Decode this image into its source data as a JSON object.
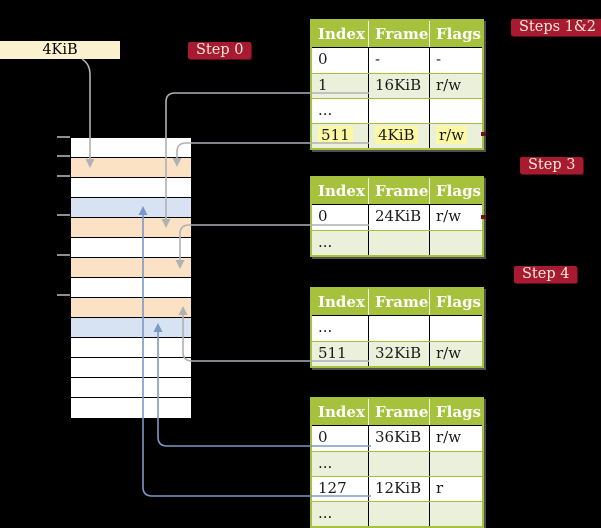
{
  "free_frame": {
    "label": "4KiB"
  },
  "badges": {
    "step0": {
      "label": "Step 0"
    },
    "steps12": {
      "label": "Steps 1&2"
    },
    "step3": {
      "label": "Step 3"
    },
    "step4": {
      "label": "Step 4"
    }
  },
  "page_tables": [
    {
      "name": "table-steps-1-2",
      "columns": [
        "Index",
        "Frame",
        "Flags"
      ],
      "rows": [
        {
          "index": "0",
          "frame": "-",
          "flags": "-",
          "highlight": false
        },
        {
          "index": "1",
          "frame": "16KiB",
          "flags": "r/w",
          "highlight": false
        },
        {
          "index": "...",
          "frame": "",
          "flags": "",
          "highlight": false
        },
        {
          "index": "511",
          "frame": "4KiB",
          "flags": "r/w",
          "highlight": true
        }
      ]
    },
    {
      "name": "table-step-3",
      "columns": [
        "Index",
        "Frame",
        "Flags"
      ],
      "rows": [
        {
          "index": "0",
          "frame": "24KiB",
          "flags": "r/w",
          "highlight": false
        },
        {
          "index": "...",
          "frame": "",
          "flags": "",
          "highlight": false
        }
      ]
    },
    {
      "name": "table-step-4-upper",
      "columns": [
        "Index",
        "Frame",
        "Flags"
      ],
      "rows": [
        {
          "index": "...",
          "frame": "",
          "flags": "",
          "highlight": false
        },
        {
          "index": "511",
          "frame": "32KiB",
          "flags": "r/w",
          "highlight": false
        }
      ]
    },
    {
      "name": "table-step-4-lower",
      "columns": [
        "Index",
        "Frame",
        "Flags"
      ],
      "rows": [
        {
          "index": "0",
          "frame": "36KiB",
          "flags": "r/w",
          "highlight": false
        },
        {
          "index": "...",
          "frame": "",
          "flags": "",
          "highlight": false
        },
        {
          "index": "127",
          "frame": "12KiB",
          "flags": "r",
          "highlight": false
        },
        {
          "index": "...",
          "frame": "",
          "flags": "",
          "highlight": false
        }
      ]
    }
  ],
  "memory": {
    "rows": [
      {
        "kind": "empty"
      },
      {
        "kind": "table"
      },
      {
        "kind": "empty"
      },
      {
        "kind": "data"
      },
      {
        "kind": "table"
      },
      {
        "kind": "empty"
      },
      {
        "kind": "table"
      },
      {
        "kind": "empty"
      },
      {
        "kind": "table"
      },
      {
        "kind": "data"
      },
      {
        "kind": "empty"
      },
      {
        "kind": "empty"
      },
      {
        "kind": "empty"
      },
      {
        "kind": "empty"
      }
    ]
  },
  "colors": {
    "background": "#000000",
    "badge_red": "#a81a2f",
    "badge_text": "#f1ecd9",
    "header_green": "#a6c23d",
    "row_green": "#ebf0da",
    "highlight_yellow": "#fcf8a4",
    "frame_orange": "#fbe2c4",
    "frame_blue": "#d7e3f3",
    "free_box_cream": "#fbf1cf",
    "arrow_gray": "#aeb1b6",
    "arrow_blue": "#7d98c4"
  }
}
